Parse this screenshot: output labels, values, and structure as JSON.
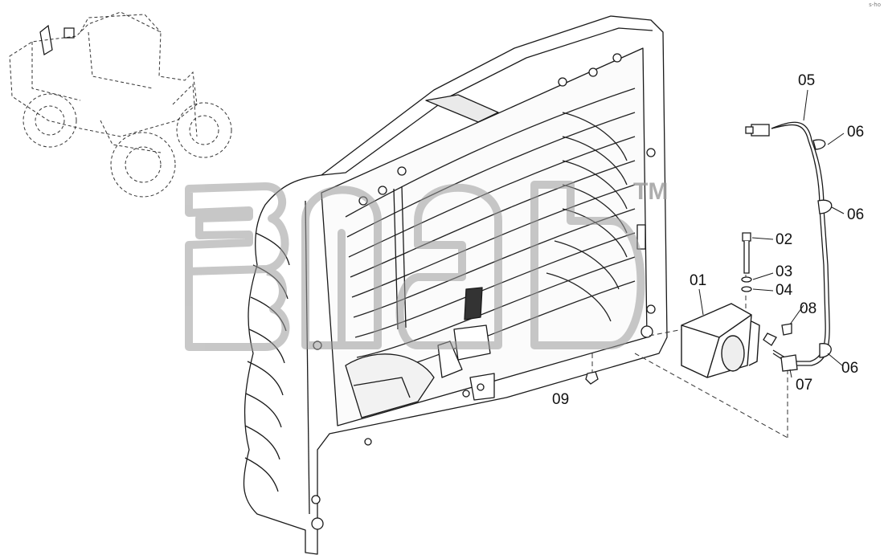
{
  "watermark": {
    "text": "3nab",
    "trademark": "TM",
    "color": "#9a9a9a"
  },
  "corner_mark": "s-ho",
  "callouts": [
    {
      "id": "01",
      "label": "01"
    },
    {
      "id": "02",
      "label": "02"
    },
    {
      "id": "03",
      "label": "03"
    },
    {
      "id": "04",
      "label": "04"
    },
    {
      "id": "05",
      "label": "05"
    },
    {
      "id": "06a",
      "label": "06"
    },
    {
      "id": "06b",
      "label": "06"
    },
    {
      "id": "06c",
      "label": "06"
    },
    {
      "id": "07",
      "label": "07"
    },
    {
      "id": "08",
      "label": "08"
    },
    {
      "id": "09",
      "label": "09"
    }
  ],
  "colors": {
    "line": "#1a1a1a",
    "fill": "#ffffff",
    "shade": "#c8c8c8",
    "dash": "#333333"
  }
}
